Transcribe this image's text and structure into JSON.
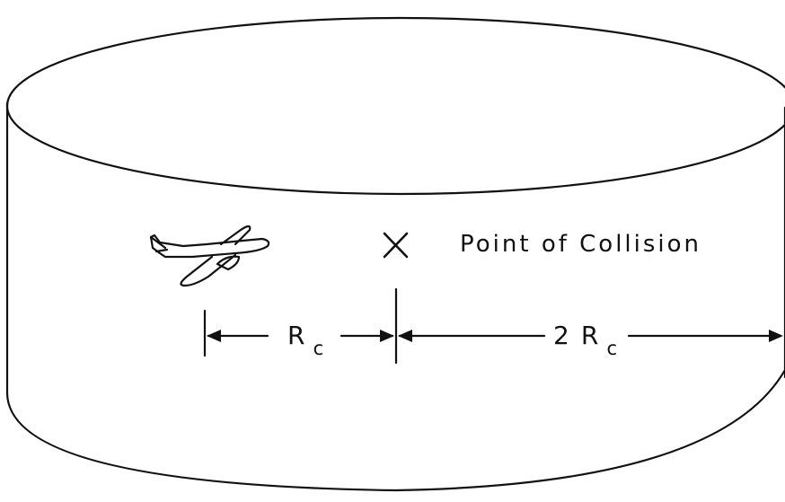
{
  "diagram": {
    "collision_label": "Point of Collision",
    "radius_label": {
      "symbol": "R",
      "subscript": "c"
    },
    "double_radius_label": {
      "coefficient": "2",
      "symbol": "R",
      "subscript": "c"
    },
    "icons": {
      "aircraft": "airplane-icon",
      "collision_marker": "x-mark-icon"
    }
  }
}
